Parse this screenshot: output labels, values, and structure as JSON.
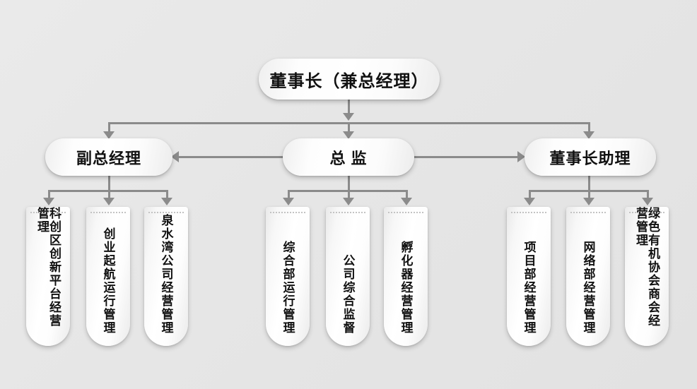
{
  "diagram": {
    "type": "org-chart",
    "background_color": "#e8e8e8",
    "connector_color": "#8b8b8b",
    "node_fill": "#ffffff",
    "text_color": "#111111",
    "levels": 3
  },
  "root": {
    "label": "董事长（兼总经理）"
  },
  "managers": [
    {
      "id": "vp",
      "label": "副总经理"
    },
    {
      "id": "dir",
      "label": "总  监"
    },
    {
      "id": "asst",
      "label": "董事长助理"
    }
  ],
  "departments": [
    {
      "id": "d1",
      "parent": "vp",
      "label": "科创区创新平台经营管理"
    },
    {
      "id": "d2",
      "parent": "vp",
      "label": "创业起航运行管理"
    },
    {
      "id": "d3",
      "parent": "vp",
      "label": "泉水湾公司经营管理"
    },
    {
      "id": "d4",
      "parent": "dir",
      "label": "综合部运行管理"
    },
    {
      "id": "d5",
      "parent": "dir",
      "label": "公司综合监督"
    },
    {
      "id": "d6",
      "parent": "dir",
      "label": "孵化器经营管理"
    },
    {
      "id": "d7",
      "parent": "asst",
      "label": "项目部经营管理"
    },
    {
      "id": "d8",
      "parent": "asst",
      "label": "网络部经营管理"
    },
    {
      "id": "d9",
      "parent": "asst",
      "label": "绿色有机协会商会经营管理"
    }
  ],
  "relations": [
    {
      "from": "dir",
      "to": "vp",
      "direction": "left"
    },
    {
      "from": "dir",
      "to": "asst",
      "direction": "right"
    }
  ]
}
